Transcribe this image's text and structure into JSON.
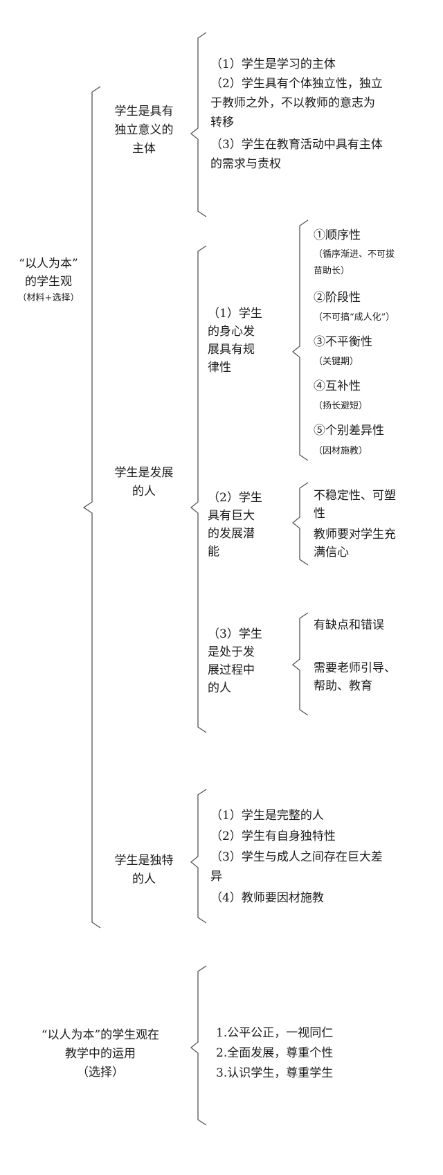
{
  "root": {
    "title_line1": "“以人为本”",
    "title_line2": "的学生观",
    "note": "（材料+选择）"
  },
  "branches": [
    {
      "label_line1": "学生是具有",
      "label_line2": "独立意义的",
      "label_line3": "主体",
      "items": [
        "（1）学生是学习的主体",
        "（2）学生具有个体独立性，独立",
        "于教师之外，不以教师的意志为",
        "转移",
        "（3）学生在教育活动中具有主体",
        "的需求与责权"
      ]
    },
    {
      "label_line1": "学生是发展",
      "label_line2": "的人",
      "subs": [
        {
          "label": [
            "（1）学生",
            "的身心发",
            "展具有规",
            "律性"
          ],
          "items": [
            "①顺序性",
            "（循序渐进、不可拔",
            "苗助长）",
            "②阶段性",
            "（不可搞“成人化”）",
            "③不平衡性",
            "（关键期）",
            "④互补性",
            "（扬长避短）",
            "⑤个别差异性",
            "（因材施教）"
          ]
        },
        {
          "label": [
            "（2）学生",
            "具有巨大",
            "的发展潜",
            "能"
          ],
          "items": [
            "不稳定性、可塑",
            "性",
            "教师要对学生充",
            "满信心"
          ]
        },
        {
          "label": [
            "（3）学生",
            "是处于发",
            "展过程中",
            "的人"
          ],
          "items": [
            "有缺点和错误",
            "需要老师引导、",
            "帮助、教育"
          ]
        }
      ]
    },
    {
      "label_line1": "学生是独特",
      "label_line2": "的人",
      "items": [
        "（1）学生是完整的人",
        "（2）学生有自身独特性",
        "（3）学生与成人之间存在巨大差",
        "异",
        "（4）教师要因材施教"
      ]
    }
  ],
  "application": {
    "title_line1": "“以人为本”的学生观在",
    "title_line2": "教学中的运用",
    "note": "（选择）",
    "items": [
      "1.公平公正，一视同仁",
      "2.全面发展，尊重个性",
      "3.认识学生，尊重学生"
    ]
  }
}
